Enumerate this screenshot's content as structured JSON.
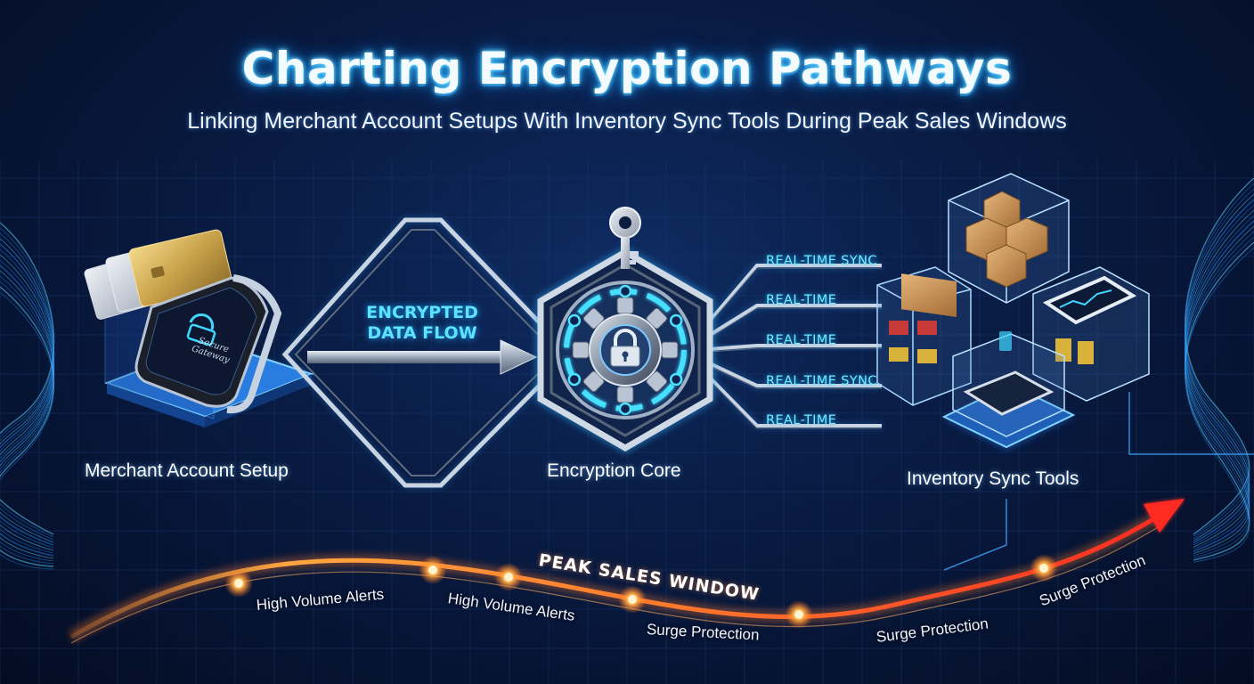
{
  "header": {
    "title": "Charting Encryption Pathways",
    "subtitle": "Linking Merchant Account Setups With Inventory Sync Tools During Peak Sales Windows"
  },
  "nodes": {
    "merchant": {
      "label": "Merchant Account Setup",
      "icon": "payment-terminal-icon",
      "screen_text": "Secure Gateway"
    },
    "core": {
      "label": "Encryption Core",
      "icon": "gear-lock-icon"
    },
    "inventory": {
      "label": "Inventory Sync Tools",
      "icon": "inventory-boxes-icon"
    }
  },
  "flow": {
    "line1": "ENCRYPTED",
    "line2": "DATA FLOW"
  },
  "sync_links": [
    "REAL-TIME SYNC",
    "REAL-TIME",
    "REAL-TIME",
    "REAL-TIME SYNC",
    "REAL-TIME"
  ],
  "peak": {
    "label": "PEAK SALES WINDOW",
    "alerts": [
      "High Volume Alerts",
      "High Volume Alerts",
      "Surge Protection",
      "Surge Protection",
      "Surge Protection"
    ]
  },
  "colors": {
    "background": "#061433",
    "accent_cyan": "#5ee3ff",
    "peak_orange": "#ff9a3a",
    "peak_red": "#ff3b2a"
  }
}
